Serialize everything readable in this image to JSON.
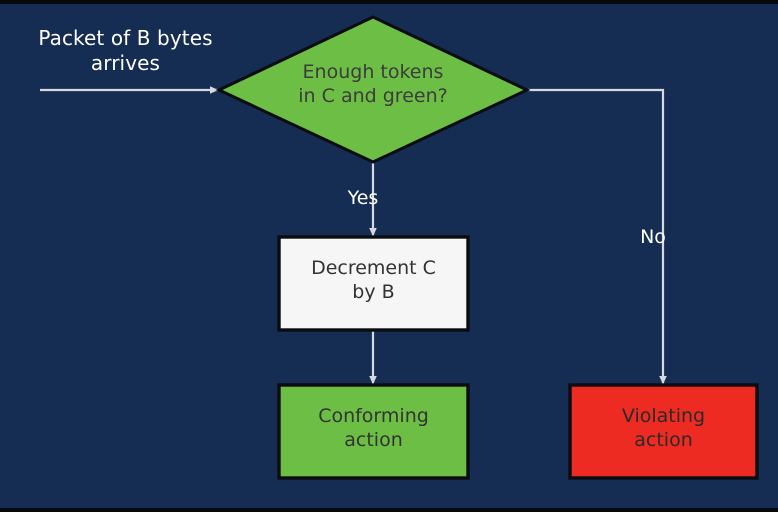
{
  "diagram": {
    "title": "Token bucket packet classification flowchart",
    "background_color": "#152C53",
    "colors": {
      "background": "#152C53",
      "green_fill": "#6DBE45",
      "red_fill": "#ED2B22",
      "white_fill": "#F6F6F6",
      "node_stroke": "#0B0C10",
      "connector": "#D5D8DF",
      "white_text": "#FFFFFF",
      "dark_text": "#3C3C3C"
    },
    "nodes": {
      "source_caption": {
        "text": "Packet of B bytes\narrives",
        "shape": "text",
        "text_color": "#FFFFFF"
      },
      "decision": {
        "text": "Enough tokens\nin C and green?",
        "shape": "diamond",
        "fill": "#6DBE45",
        "text_color": "#3C3C3C"
      },
      "process": {
        "text": "Decrement C\nby B",
        "shape": "rectangle",
        "fill": "#F6F6F6",
        "text_color": "#333333"
      },
      "conforming": {
        "text": "Conforming\naction",
        "shape": "rectangle",
        "fill": "#6DBE45",
        "text_color": "#333333"
      },
      "violating": {
        "text": "Violating\naction",
        "shape": "rectangle",
        "fill": "#ED2B22",
        "text_color": "#2A2A2A"
      }
    },
    "edges": {
      "entry": {
        "label": "",
        "from": "source_caption",
        "to": "decision"
      },
      "yes": {
        "label": "Yes",
        "from": "decision",
        "to": "process"
      },
      "no": {
        "label": "No",
        "from": "decision",
        "to": "violating"
      },
      "process_to_conforming": {
        "label": "",
        "from": "process",
        "to": "conforming"
      }
    }
  }
}
